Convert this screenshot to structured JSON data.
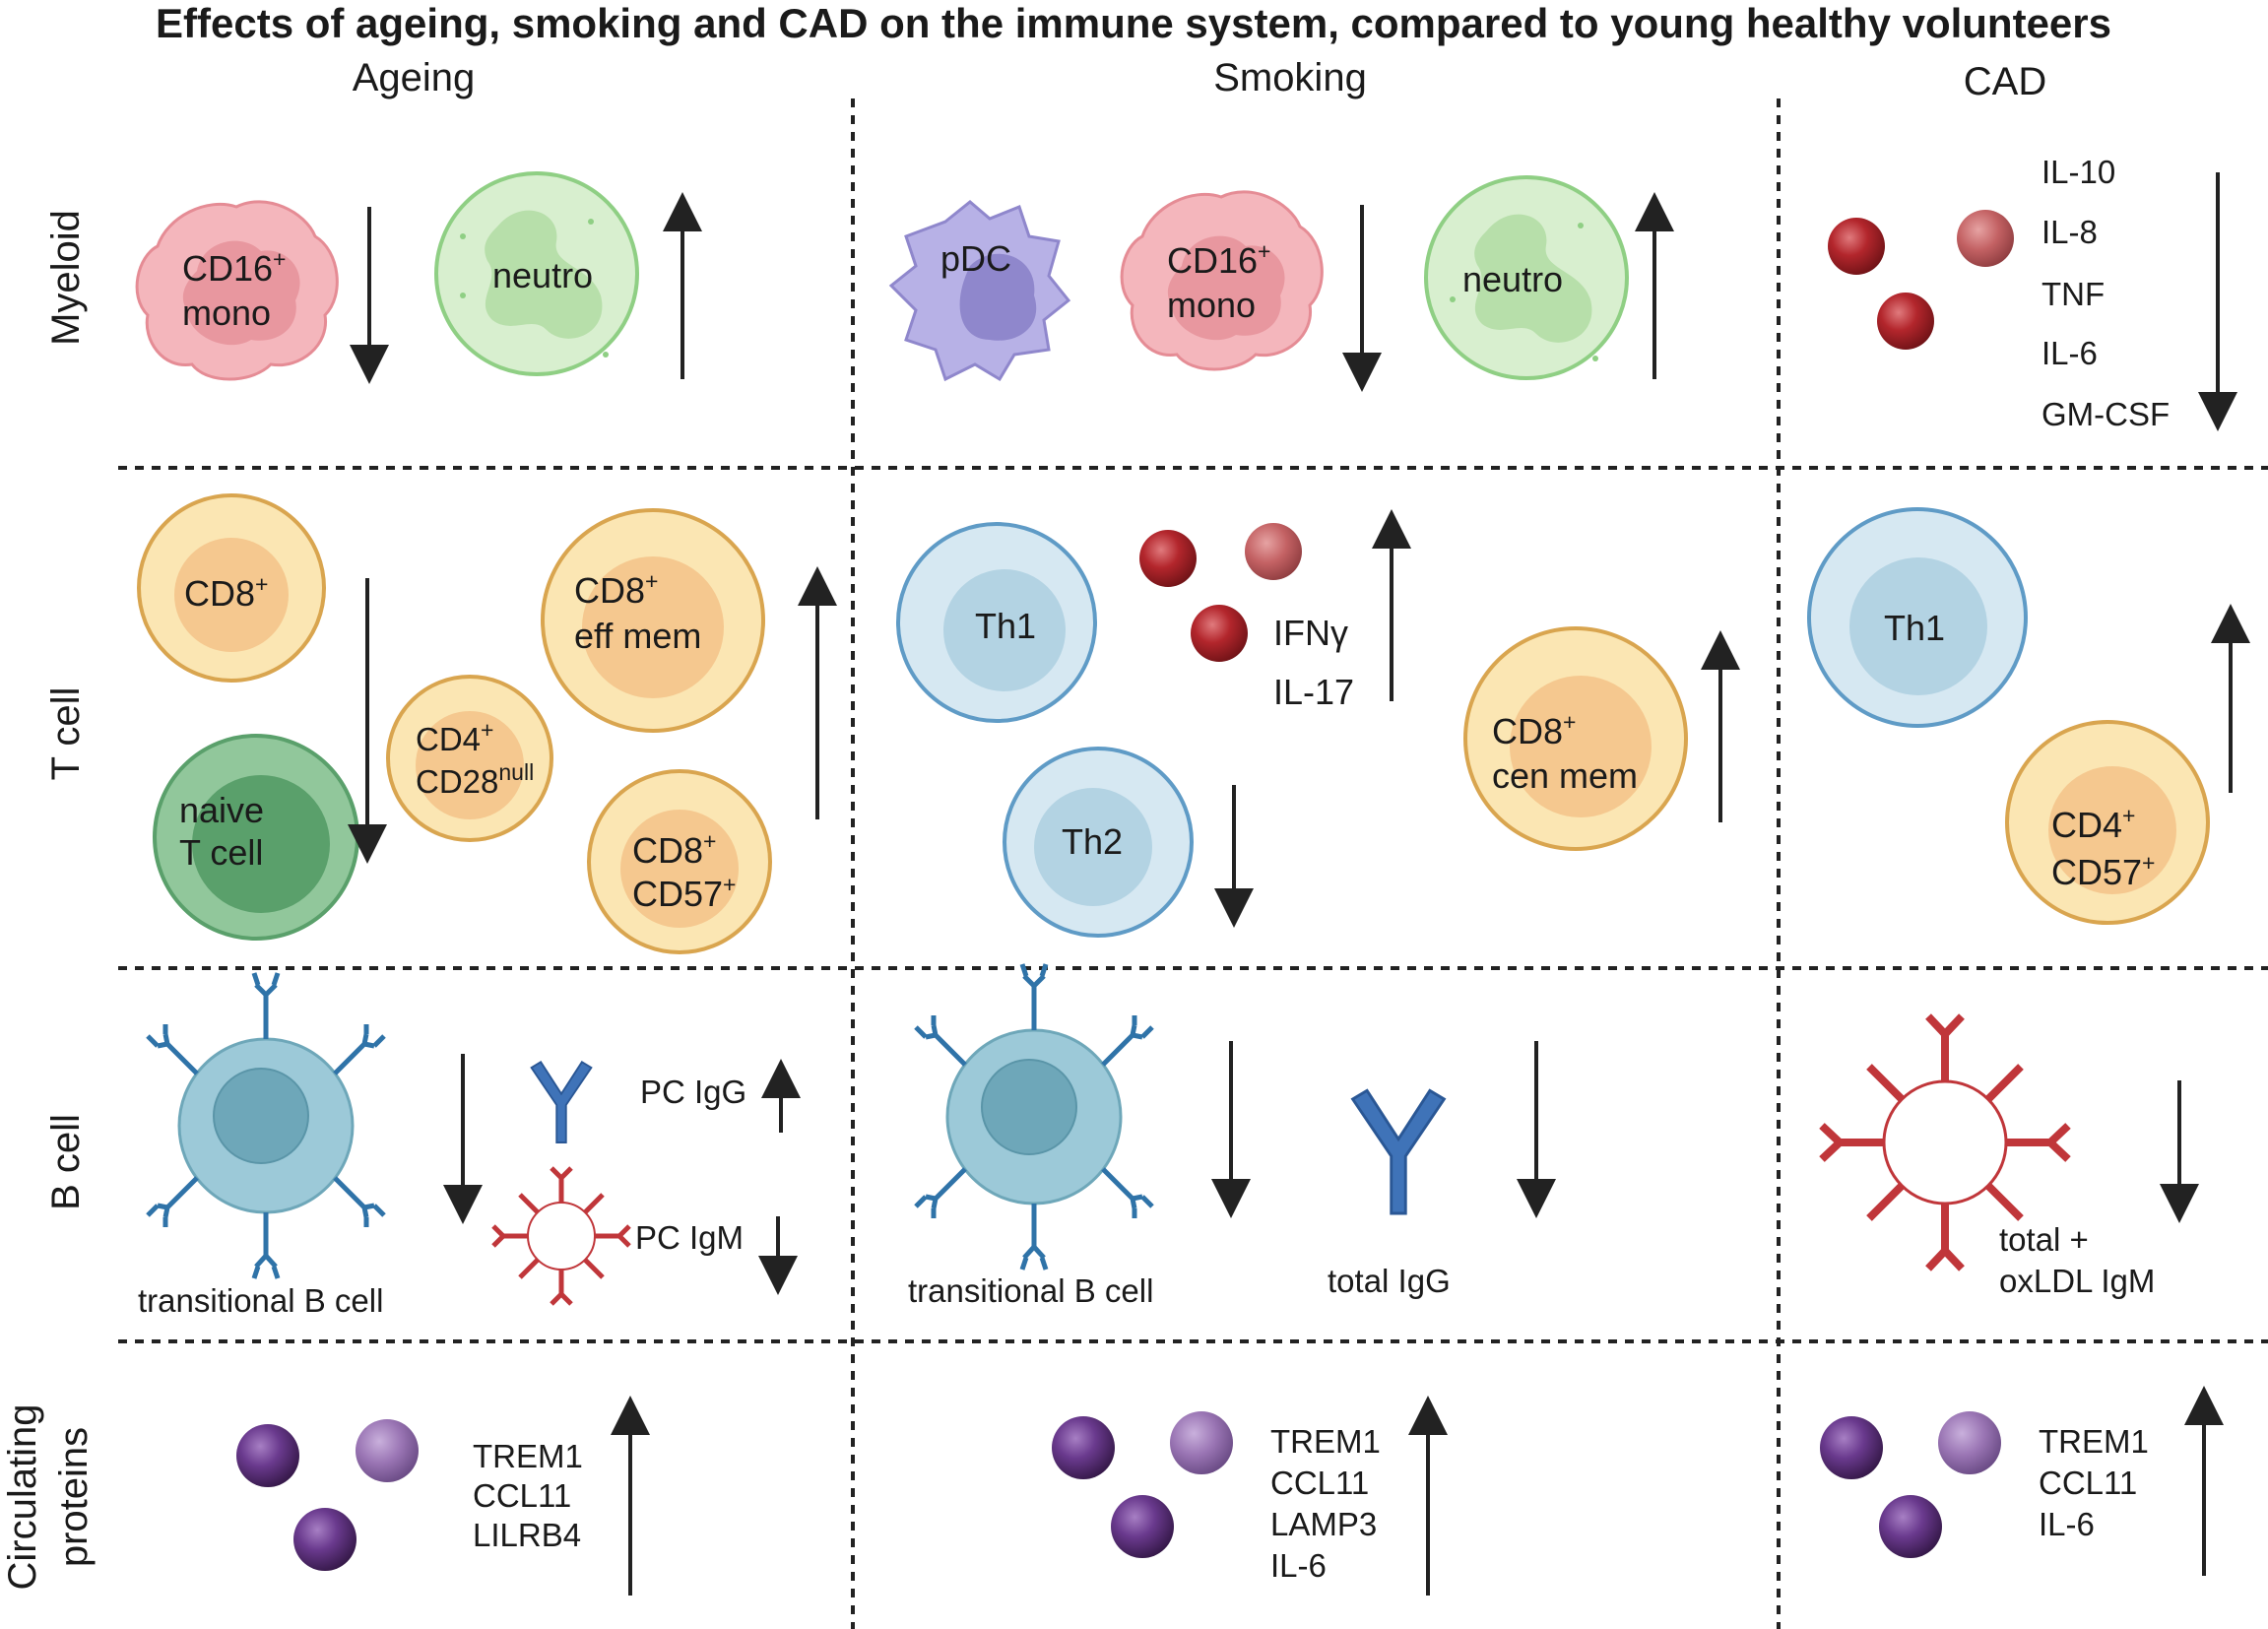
{
  "title": "Effects of ageing, smoking and CAD on the immune system, compared to young healthy volunteers",
  "columns": [
    "Ageing",
    "Smoking",
    "CAD"
  ],
  "rows": [
    "Myeloid",
    "T cell",
    "B cell",
    "Circulating",
    "proteins"
  ],
  "cells": {
    "cd16": "CD16",
    "cd16_sup": "+",
    "mono": "mono",
    "neutro": "neutro",
    "pdc": "pDC",
    "cd8": "CD8",
    "plus": "+",
    "naive_1": "naive",
    "naive_2": "T cell",
    "cd4": "CD4",
    "cd28": "CD28",
    "null": "null",
    "eff_mem": "eff mem",
    "cd57": "CD57",
    "th1": "Th1",
    "th2": "Th2",
    "cen_mem": "cen mem",
    "transitional": "transitional B cell",
    "pc_igg": "PC IgG",
    "pc_igm": "PC IgM",
    "total_igg": "total IgG",
    "total_plus": "total +",
    "oxldl_igm": "oxLDL IgM"
  },
  "cytokines_cad": [
    "IL-10",
    "IL-8",
    "TNF",
    "IL-6",
    "GM-CSF"
  ],
  "cytokines_smoking_t": [
    "IFNγ",
    "IL-17"
  ],
  "proteins_ageing": [
    "TREM1",
    "CCL11",
    "LILRB4"
  ],
  "proteins_smoking": [
    "TREM1",
    "CCL11",
    "LAMP3",
    "IL-6"
  ],
  "proteins_cad": [
    "TREM1",
    "CCL11",
    "IL-6"
  ],
  "colors": {
    "mono_fill": "#f4b6bc",
    "mono_nucleus": "#e8979f",
    "neutro_fill": "#d8efcf",
    "neutro_edge": "#8fcf84",
    "pdc_fill": "#b7b1e6",
    "pdc_nucleus": "#8f87cc",
    "tcell_fill": "#fbe6b3",
    "tcell_edge": "#d9a54f",
    "tcell_nucleus": "#f5c88f",
    "naive_fill": "#7dba8a",
    "naive_nucleus": "#5aa06b",
    "th_fill": "#d6e8f2",
    "th_edge": "#5f9bc6",
    "th_nucleus": "#b3d3e3",
    "bcell_fill": "#9cc9d8",
    "bcell_nucleus": "#6ea7b9",
    "igg": "#3f73b8",
    "igm": "#c0363a",
    "cytokine": "#a3262b",
    "protein": "#5b2f7d"
  }
}
